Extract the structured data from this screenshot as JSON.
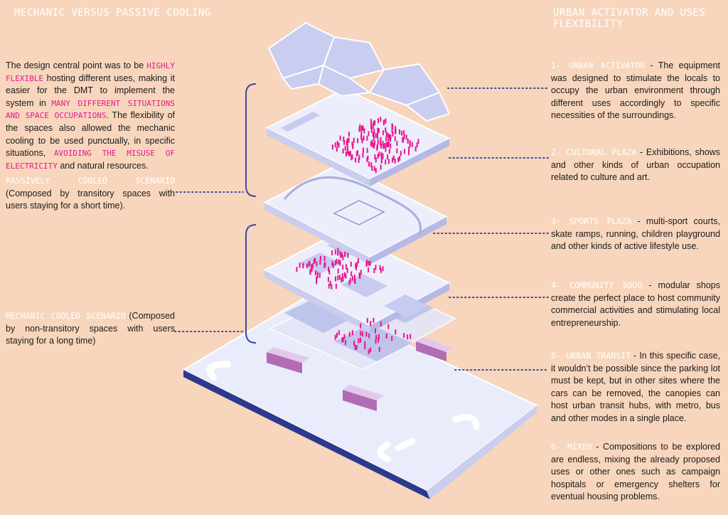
{
  "headings": {
    "left": "MECHANIC VERSUS PASSIVE COOLING",
    "right": "URBAN ACTIVATOR AND USES FLEXIBILITY"
  },
  "intro": {
    "t1": "The design central point was to be ",
    "h1": "highly flexible",
    "t2": " hosting different uses, making it easier for the DMT to implement the system in ",
    "h2": "many different situations and space occupations",
    "t3": ". The flexibility of the spaces also allowed the mechanic cooling to be used punctually, in specific situations, ",
    "h3": "avoiding the misuse of electricity",
    "t4": " and natural resources."
  },
  "passive": {
    "tag": "PASSIVELY COOLED SCENARIO",
    "text": " (Composed by transitory spaces with users staying for a short time)."
  },
  "mechanic": {
    "tag": "MECHANIC COOLED SCENARIO",
    "text": " (Composed by non-transitory spaces with users staying for a long time)"
  },
  "uses": [
    {
      "tag": "1- URBAN ACTIVATOR",
      "text": " - The equipment was designed to stimulate the locals to occupy the urban environment through different uses accordingly to specific necessities of the surroundings."
    },
    {
      "tag": "2- CULTURAL PLAZA",
      "text": " - Exhibitions, shows and other kinds of urban occupation related to culture and art."
    },
    {
      "tag": "3- SPORTS PLAZA",
      "text": " - multi-sport courts, skate ramps, running, children playground and other kinds of active lifestyle use."
    },
    {
      "tag": "4- COMMUNITY SOUQ",
      "text": " - modular shops create the perfect place to host community commercial activities and stimulating local entrepreneurship."
    },
    {
      "tag": "5- URBAN TRANSIT",
      "text": " - In this specific case, it wouldn’t be possible since the parking lot must be kept, but in other sites where the cars can be removed, the canopies can host urban transit hubs, with metro, bus and other modes in a single place."
    },
    {
      "tag": "6- MIXED",
      "text": " - Compositions to be explored are endless, mixing the already proposed uses or other ones such as campaign hospitals or emergency shelters for eventual housing problems."
    }
  ],
  "colors": {
    "background": "#f7d6bd",
    "accent_pink": "#e8178f",
    "connector_blue": "#3a4aa0",
    "slab_light": "#eef0fb",
    "slab_side": "#c9cdee"
  }
}
